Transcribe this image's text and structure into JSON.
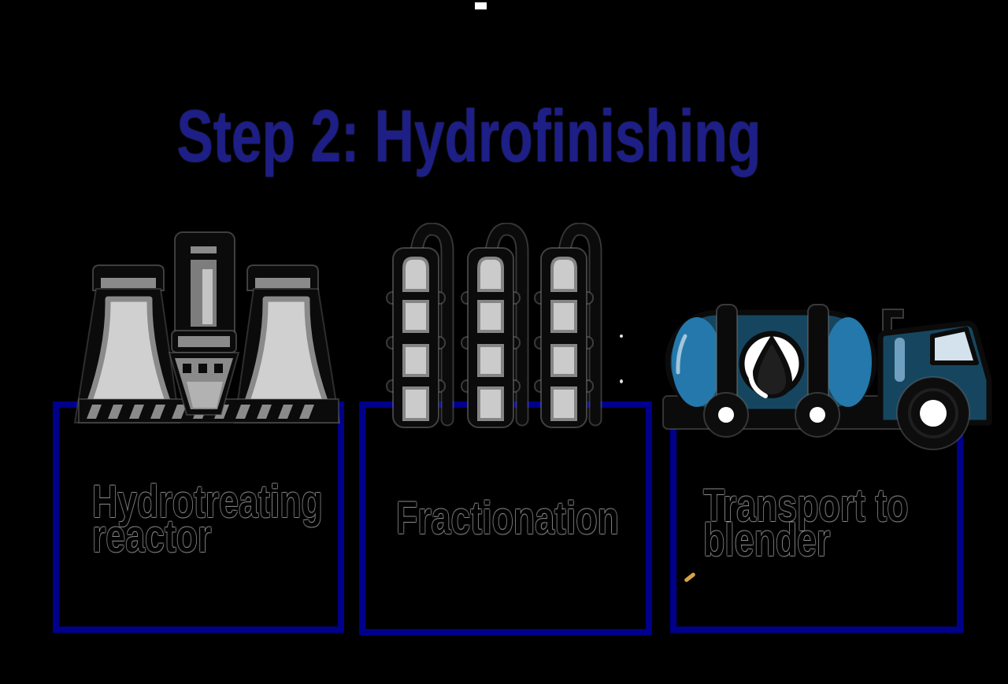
{
  "title": {
    "text": "Step 2: Hydrofinishing",
    "color": "#1e1e87"
  },
  "steps": [
    {
      "name": "Hydrotreating reactor",
      "lines": [
        "Hydrotreating",
        "reactor"
      ],
      "icon": "power-plant-reactor-icon"
    },
    {
      "name": "Fractionation",
      "lines": [
        "Fractionation"
      ],
      "icon": "distillation-columns-icon"
    },
    {
      "name": "Transport to blender",
      "lines": [
        "Transport to",
        "blender"
      ],
      "icon": "oil-tanker-truck-icon"
    }
  ],
  "colors": {
    "background": "#000000",
    "box_border": "#00008b",
    "title_text": "#1e1e87",
    "label_text": "#000000",
    "icon_gray_light": "#d0d0d0",
    "icon_gray_mid": "#8a8a8a",
    "truck_dark_blue": "#16465f",
    "truck_light_blue": "#2478ab",
    "windshield_blue": "#d3e2ec",
    "oil_drop_black": "#0d0d0d",
    "speck_yellow": "#d8a14a"
  }
}
